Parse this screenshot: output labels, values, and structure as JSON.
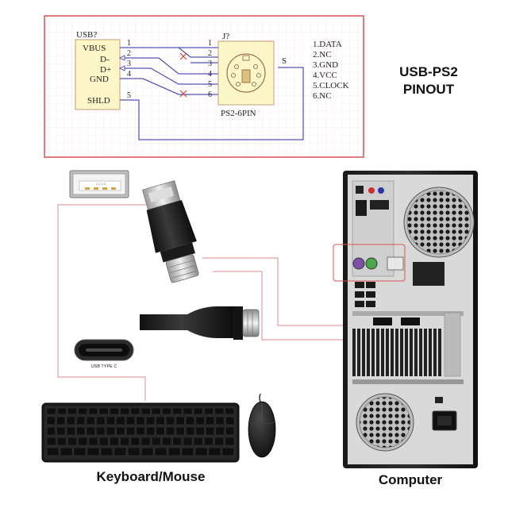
{
  "title": {
    "line1": "USB-PS2",
    "line2": "PINOUT"
  },
  "schematic": {
    "usb_ref": "USB?",
    "usb_pins": [
      "VBUS",
      "D-",
      "D+",
      "GND",
      "SHLD"
    ],
    "usb_pin_numbers": [
      "1",
      "2",
      "3",
      "4",
      "5"
    ],
    "ps2_ref": "J?",
    "ps2_name": "PS2-6PIN",
    "ps2_pin_numbers": [
      "1",
      "2",
      "3",
      "4",
      "5",
      "6"
    ],
    "ps2_shield_label": "S",
    "pinout_list": [
      "1.DATA",
      "2.NC",
      "3.GND",
      "4.VCC",
      "5.CLOCK",
      "6.NC"
    ]
  },
  "labels": {
    "usb_type_c": "USB TYPE C",
    "usb_a_pins": "1 2 3 4",
    "keyboard_mouse": "Keyboard/Mouse",
    "computer": "Computer"
  },
  "colors": {
    "schematic_border": "#d9534f",
    "grid_line": "#f2dcdc",
    "callout_line": "#e08a8a",
    "usb_box_fill": "#fdf6c8",
    "ps2_box_fill": "#fdf6c8"
  }
}
